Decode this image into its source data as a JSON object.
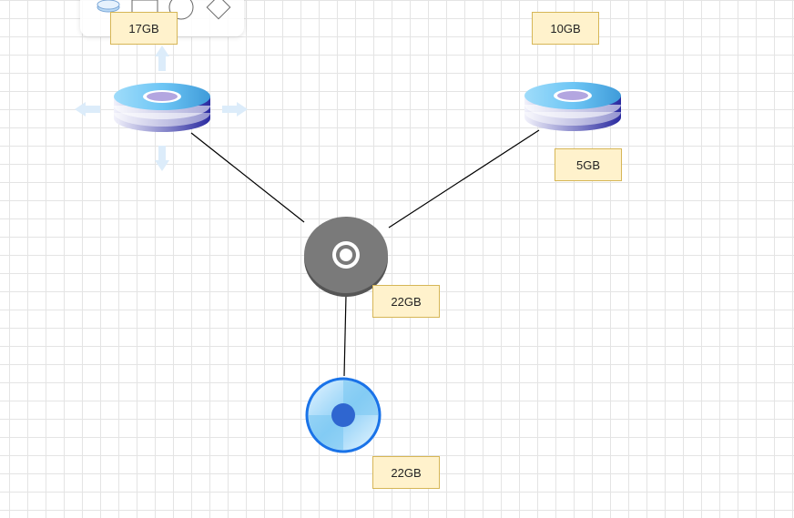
{
  "diagram": {
    "labels": {
      "top_left": "17GB",
      "top_right": "10GB",
      "right_drive": "5GB",
      "hub": "22GB",
      "bottom": "22GB"
    },
    "icons": {
      "left_drive": "disk-stack-icon",
      "right_drive": "disk-stack-icon",
      "hub": "optical-disc-icon",
      "bottom": "cd-disc-icon"
    },
    "colors": {
      "grid": "#e4e4e4",
      "label_fill": "#fff2cc",
      "label_border": "#d6b656",
      "edge": "#000000",
      "hub_disc": "#777777",
      "cd_blue": "#1a73e8",
      "disk_top": "#6ec6f5",
      "disk_side": "#2a2aa0"
    }
  }
}
